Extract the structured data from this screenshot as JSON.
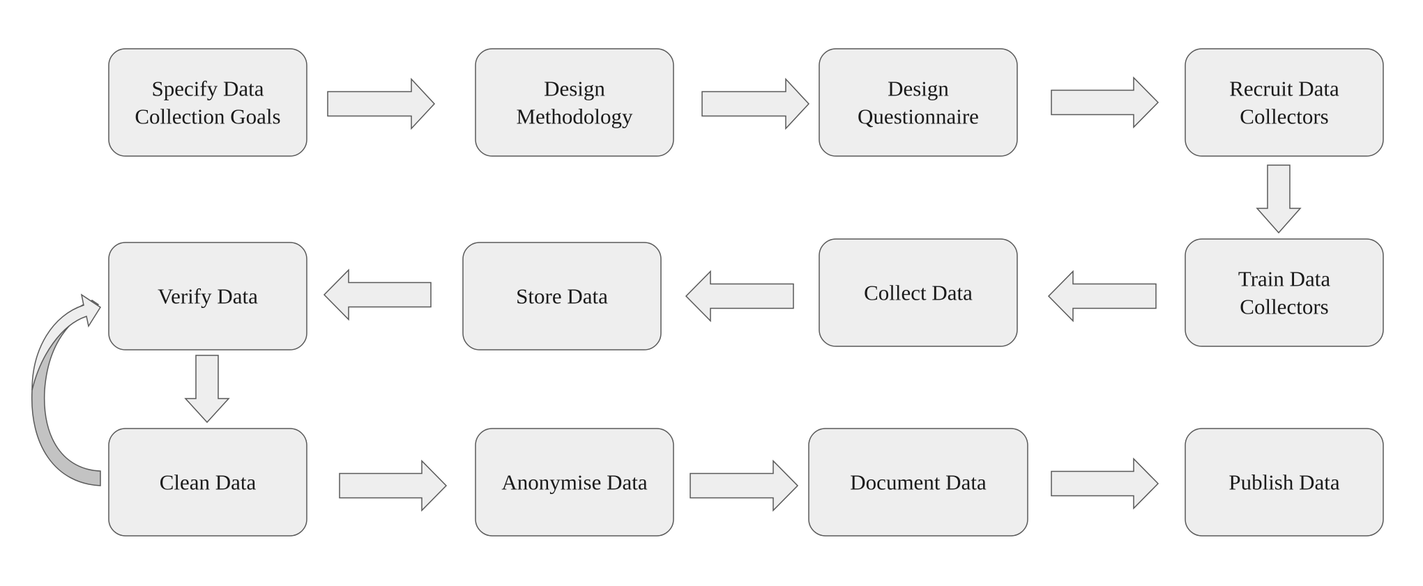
{
  "colors": {
    "box_fill": "#eeeeee",
    "box_stroke": "#595959",
    "arrow_fill": "#eeeeee",
    "arrow_stroke": "#595959",
    "loop_arrow_shadow": "#c3c3c3"
  },
  "nodes": [
    {
      "id": "specify-goals",
      "lines": [
        "Specify Data",
        "Collection Goals"
      ]
    },
    {
      "id": "design-methodology",
      "lines": [
        "Design",
        "Methodology"
      ]
    },
    {
      "id": "design-questionnaire",
      "lines": [
        "Design",
        "Questionnaire"
      ]
    },
    {
      "id": "recruit-collectors",
      "lines": [
        "Recruit Data",
        "Collectors"
      ]
    },
    {
      "id": "train-collectors",
      "lines": [
        "Train Data",
        "Collectors"
      ]
    },
    {
      "id": "collect-data",
      "lines": [
        "Collect Data"
      ]
    },
    {
      "id": "store-data",
      "lines": [
        "Store Data"
      ]
    },
    {
      "id": "verify-data",
      "lines": [
        "Verify Data"
      ]
    },
    {
      "id": "clean-data",
      "lines": [
        "Clean Data"
      ]
    },
    {
      "id": "anonymise-data",
      "lines": [
        "Anonymise Data"
      ]
    },
    {
      "id": "document-data",
      "lines": [
        "Document Data"
      ]
    },
    {
      "id": "publish-data",
      "lines": [
        "Publish Data"
      ]
    }
  ],
  "flows": [
    {
      "from": "specify-goals",
      "to": "design-methodology"
    },
    {
      "from": "design-methodology",
      "to": "design-questionnaire"
    },
    {
      "from": "design-questionnaire",
      "to": "recruit-collectors"
    },
    {
      "from": "recruit-collectors",
      "to": "train-collectors"
    },
    {
      "from": "train-collectors",
      "to": "collect-data"
    },
    {
      "from": "collect-data",
      "to": "store-data"
    },
    {
      "from": "store-data",
      "to": "verify-data"
    },
    {
      "from": "verify-data",
      "to": "clean-data"
    },
    {
      "from": "clean-data",
      "to": "verify-data",
      "style": "curved-loop"
    },
    {
      "from": "clean-data",
      "to": "anonymise-data"
    },
    {
      "from": "anonymise-data",
      "to": "document-data"
    },
    {
      "from": "document-data",
      "to": "publish-data"
    }
  ]
}
